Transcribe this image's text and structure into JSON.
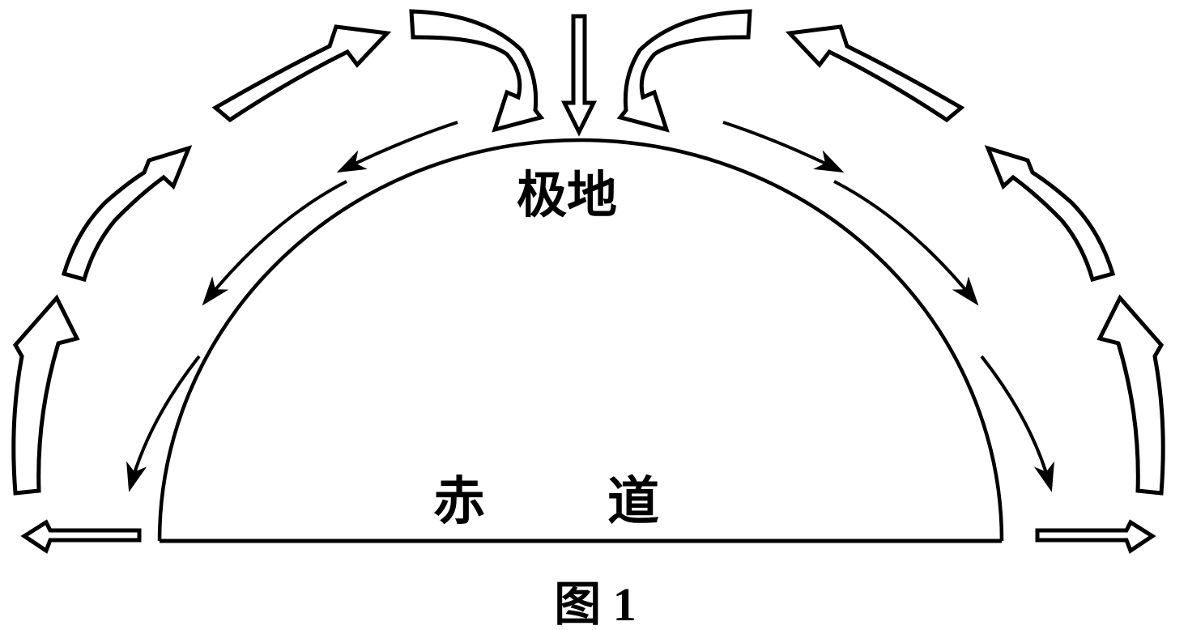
{
  "figure": {
    "caption": "图 1",
    "labels": {
      "pole": "极地",
      "equator_left": "赤",
      "equator_right": "道"
    },
    "colors": {
      "ink": "#000000",
      "paper": "#ffffff"
    },
    "arrows": {
      "pole_descent": "hollow-straight-down-arrow-at-pole",
      "pole_descent_curved": "hollow-curved-arrows-sinking-toward-pole",
      "upper_poleward_flow": "hollow-curved-arrows-rising-poleward-aloft",
      "equator_rising_branch": "hollow-vertical-arrows-rising-at-sides",
      "equator_outflow": "hollow-horizontal-arrows-at-equator-ends",
      "surface_return_flow": "thin-curved-arrows-along-surface-from-pole-to-equator"
    }
  }
}
